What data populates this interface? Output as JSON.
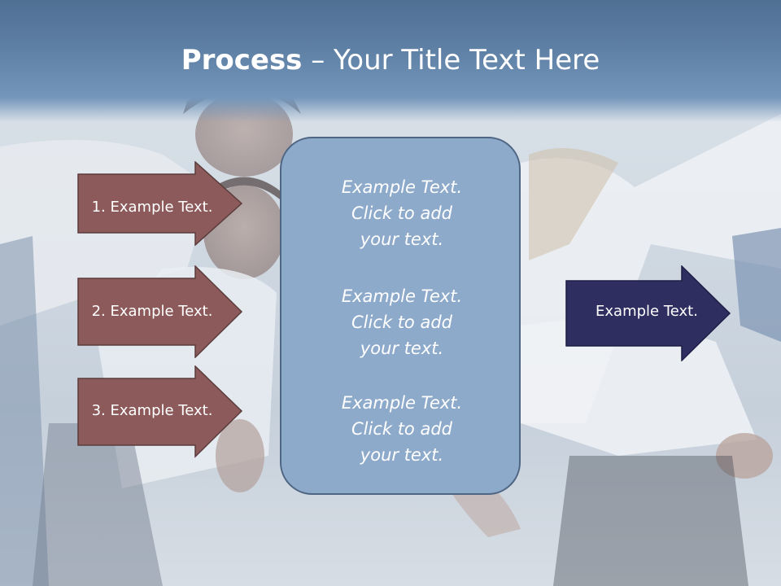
{
  "title": {
    "bold": "Process",
    "rest": " – Your Title Text Here"
  },
  "left_arrows": [
    {
      "label": "1. Example Text."
    },
    {
      "label": "2. Example Text."
    },
    {
      "label": "3. Example Text."
    }
  ],
  "center": {
    "blocks": [
      {
        "line1": "Example Text.",
        "line2": "Click  to add",
        "line3": "your text."
      },
      {
        "line1": "Example Text.",
        "line2": "Click  to add",
        "line3": "your text."
      },
      {
        "line1": "Example Text.",
        "line2": "Click  to add",
        "line3": "your text."
      }
    ]
  },
  "right_arrow": {
    "label": "Example Text."
  },
  "colors": {
    "header": "#5f80a5",
    "left_arrow_fill": "#8c5a5a",
    "center_fill": "#8eaacb",
    "right_arrow_fill": "#2e2f60"
  },
  "background_image": "group-of-young-people-photo"
}
